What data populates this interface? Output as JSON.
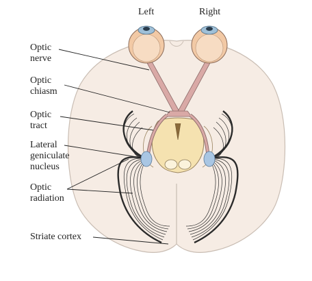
{
  "sides": {
    "left": "Left",
    "right": "Right"
  },
  "labels": {
    "optic_nerve": [
      "Optic",
      "nerve"
    ],
    "optic_chiasm": [
      "Optic",
      "chiasm"
    ],
    "optic_tract": [
      "Optic",
      "tract"
    ],
    "lateral_geniculate": [
      "Lateral",
      "geniculate",
      "nucleus"
    ],
    "optic_radiation": [
      "Optic",
      "radiation"
    ],
    "striate_cortex": "Striate cortex"
  },
  "colors": {
    "brain_fill": "#f6ece4",
    "brain_outline": "#c9bdb3",
    "nerve": "#d9a9a6",
    "nerve_outline": "#8a6a68",
    "midbrain": "#f5e2b0",
    "lgn": "#a9c6e3",
    "eye": "#f2c9a5",
    "radiation": "#2b2b2b"
  }
}
